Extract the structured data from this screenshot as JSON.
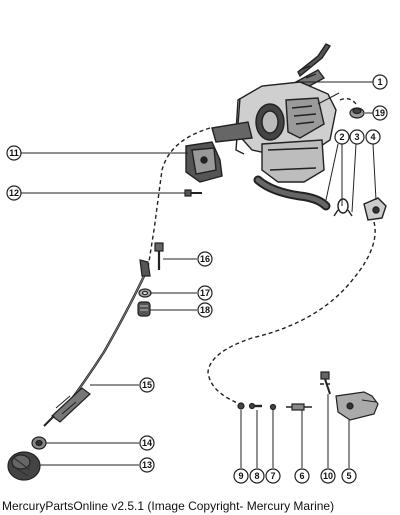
{
  "callouts": [
    "1",
    "2",
    "3",
    "4",
    "5",
    "6",
    "7",
    "8",
    "9",
    "10",
    "11",
    "12",
    "13",
    "14",
    "15",
    "16",
    "17",
    "18",
    "19"
  ],
  "caption": "MercuryPartsOnline v2.5.1 (Image Copyright- Mercury Marine)"
}
